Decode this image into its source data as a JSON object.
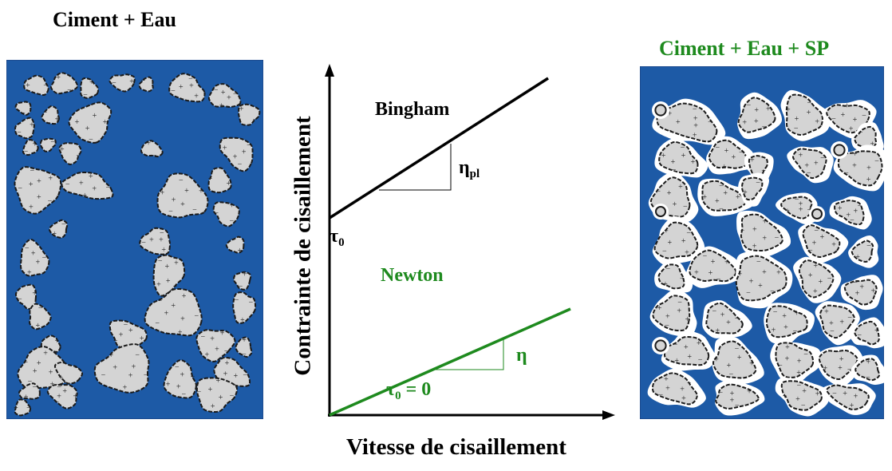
{
  "panels": {
    "left": {
      "title": "Ciment + Eau"
    },
    "right": {
      "title": "Ciment + Eau + SP"
    }
  },
  "graph": {
    "xlabel": "Vitesse de cisaillement",
    "ylabel": "Contrainte de cisaillement",
    "bingham": {
      "label": "Bingham",
      "slope_symbol": "η",
      "slope_sub": "pl",
      "yield_symbol": "τ",
      "yield_sub": "0"
    },
    "newton": {
      "label": "Newton",
      "slope_symbol": "η",
      "yield_symbol": "τ",
      "yield_sub": "0",
      "yield_value": "= 0"
    }
  },
  "particle_marks": {
    "negative": "−",
    "positive": "+"
  },
  "colors": {
    "water": "#1d5aa6",
    "particle": "#d4d4d4",
    "sp_layer": "#ffffff",
    "newton": "#1e8a1e",
    "bingham": "#000000",
    "title_right": "#1e8a1e"
  }
}
